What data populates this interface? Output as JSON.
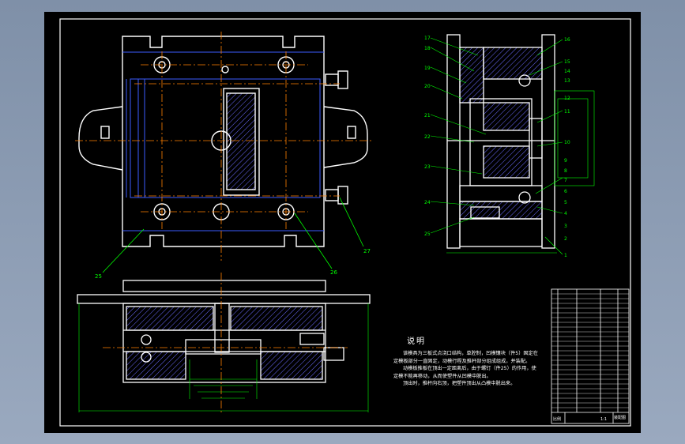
{
  "drawing": {
    "notes_title": "说明",
    "notes": [
      "该模具为三板式点浇口结构，单腔制，凹模镶块（件5）固定在定模板部分一直固定，动模行程及推杆部分组成组成，并装配。",
      "动模板推板在顶出一定距离后，由于螺钉（件25）的作用，使定模不能再移动，从而使塑件从凹模中脱出。",
      "顶出时，推杆向右顶，把塑件顶出从凸模中脱出来。"
    ],
    "callouts_right": [
      "17",
      "18",
      "19",
      "20",
      "21",
      "22",
      "23",
      "24",
      "25",
      "16",
      "15",
      "14",
      "13",
      "12",
      "11",
      "10",
      "9",
      "8",
      "7",
      "6",
      "5",
      "4",
      "3",
      "2",
      "1"
    ],
    "callouts_plan": [
      "25",
      "26",
      "27"
    ],
    "title_block": {
      "label_a": "装配图",
      "label_b": "比例",
      "label_c": "1:1"
    }
  },
  "colors": {
    "background": "#000000",
    "outline": "#ffffff",
    "centerline": "#ff8000",
    "hidden": "#3b5bff",
    "leader": "#00ff00",
    "hatch": "#7070ff",
    "frame": "#ffffff"
  }
}
